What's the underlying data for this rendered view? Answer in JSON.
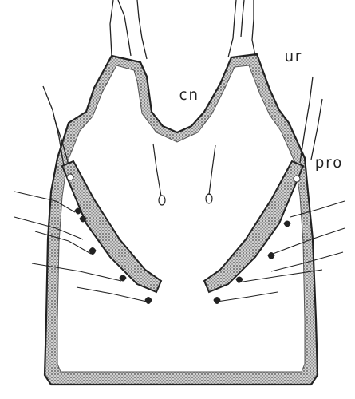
{
  "figure": {
    "labels": {
      "cn": "cn",
      "ur": "ur",
      "pro": "pro"
    },
    "colors": {
      "ink": "#222222",
      "stipple": "#7a7a7a",
      "paper": "#ffffff"
    }
  }
}
